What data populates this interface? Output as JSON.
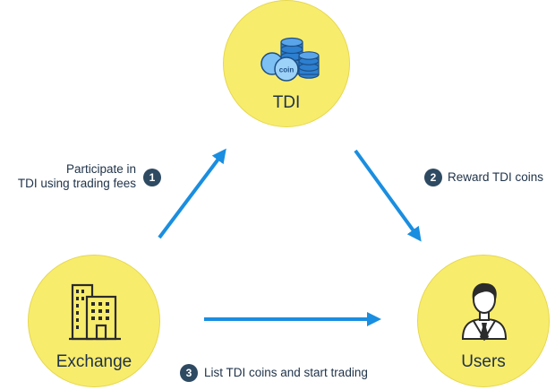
{
  "nodes": {
    "tdi": {
      "label": "TDI",
      "coin_text": "coin"
    },
    "exchange": {
      "label": "Exchange"
    },
    "users": {
      "label": "Users"
    }
  },
  "steps": [
    {
      "number": "1",
      "text_line1": "Participate in",
      "text_line2": "TDI using trading fees"
    },
    {
      "number": "2",
      "text": "Reward TDI coins"
    },
    {
      "number": "3",
      "text": "List TDI coins and start trading"
    }
  ],
  "colors": {
    "node_fill": "#f8ec6c",
    "arrow": "#1a8ee0",
    "badge": "#2e4a62",
    "text": "#1e3248"
  },
  "icons": [
    "coin-stack-icon",
    "building-icon",
    "user-icon"
  ]
}
